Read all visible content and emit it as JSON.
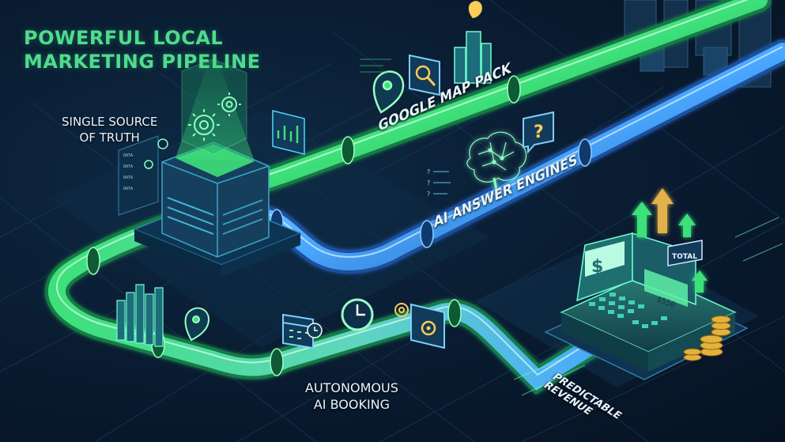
{
  "title": {
    "line1": "POWERFUL LOCAL",
    "line2": "MARKETING PIPELINE"
  },
  "labels": {
    "source_line1": "SINGLE SOURCE",
    "source_line2": "OF TRUTH",
    "map_pack": "GOOGLE MAP PACK",
    "ai_engines": "AI ANSWER ENGINES",
    "booking_line1": "AUTONOMOUS",
    "booking_line2": "AI BOOKING",
    "revenue_line1": "PREDICTABLE",
    "revenue_line2": "REVENUE"
  },
  "register": {
    "total_label": "TOTAL",
    "display_amount": "$550",
    "dollar_sign": "$"
  },
  "data_panel": {
    "rows": [
      "DATA",
      "DATA",
      "DATA",
      "DATA"
    ]
  },
  "icons": [
    "location-pin-icon",
    "search-icon",
    "city-buildings-icon",
    "question-bubble-icon",
    "ai-brain-icon",
    "calendar-icon",
    "clock-icon",
    "gear-icon",
    "analytics-screen-icon",
    "up-arrow-icon",
    "coin-stack-icon"
  ],
  "colors": {
    "background": "#0a1d33",
    "title_green": "#4fdc8c",
    "pipe_green": "#3ee07a",
    "pipe_blue": "#4aa8ff",
    "label_white": "#e8f4ff"
  }
}
